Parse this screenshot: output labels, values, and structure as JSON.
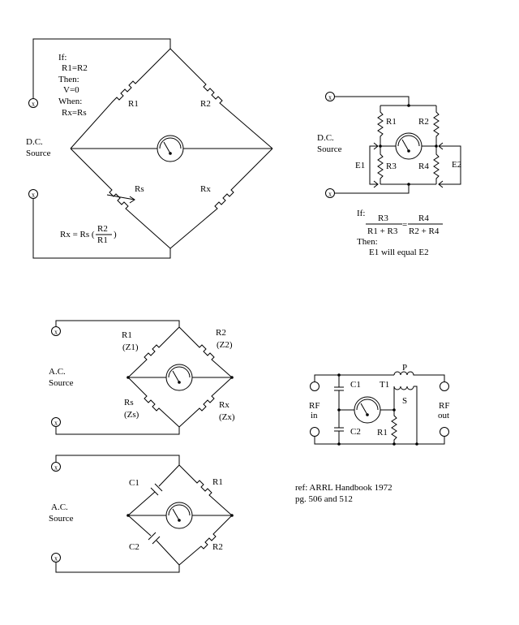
{
  "dc_bridge": {
    "cond_if": "If:",
    "cond_r1r2": "R1=R2",
    "cond_then": "Then:",
    "cond_v0": "V=0",
    "cond_when": "When:",
    "cond_rxrs": "Rx=Rs",
    "source_line1": "D.C.",
    "source_line2": "Source",
    "r1": "R1",
    "r2": "R2",
    "rs": "Rs",
    "rx": "Rx",
    "formula_left": "Rx = Rs (",
    "formula_num": "R2",
    "formula_den": "R1",
    "formula_right": ")"
  },
  "four_arm_bridge": {
    "source_line1": "D.C.",
    "source_line2": "Source",
    "r1": "R1",
    "r2": "R2",
    "r3": "R3",
    "r4": "R4",
    "e1": "E1",
    "e2": "E2",
    "if_label": "If:",
    "num1": "R3",
    "den1": "R1 + R3",
    "equals": "=",
    "num2": "R4",
    "den2": "R2 + R4",
    "then_label": "Then:",
    "result": "E1 will equal E2"
  },
  "ac_impedance_bridge": {
    "source_line1": "A.C.",
    "source_line2": "Source",
    "r1": "R1",
    "z1": "(Z1)",
    "r2": "R2",
    "z2": "(Z2)",
    "rs": "Rs",
    "zs": "(Zs)",
    "rx": "Rx",
    "zx": "(Zx)"
  },
  "rf_bridge": {
    "c1": "C1",
    "c2": "C2",
    "t1": "T1",
    "p": "P",
    "s": "S",
    "r1": "R1",
    "rf_in_line1": "RF",
    "rf_in_line2": "in",
    "rf_out_line1": "RF",
    "rf_out_line2": "out"
  },
  "ac_capacitance_bridge": {
    "source_line1": "A.C.",
    "source_line2": "Source",
    "c1": "C1",
    "c2": "C2",
    "r1": "R1",
    "r2": "R2"
  },
  "reference": {
    "line1": "ref:  ARRL Handbook 1972",
    "line2": "pg. 506 and 512"
  }
}
